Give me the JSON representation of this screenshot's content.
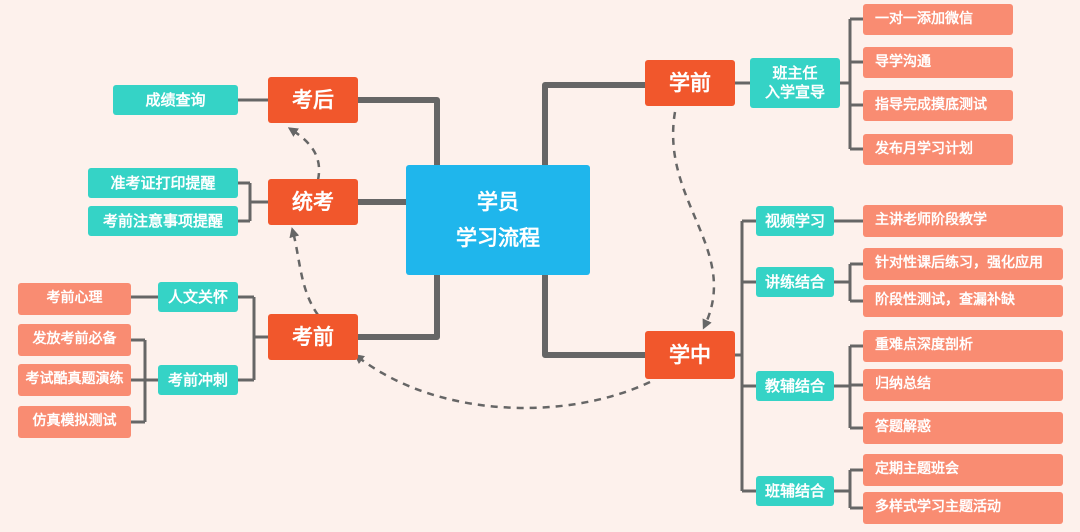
{
  "center": {
    "line1": "学员",
    "line2": "学习流程"
  },
  "stages": {
    "xueqian": "学前",
    "xuezhong": "学中",
    "kaoqian": "考前",
    "tongkao": "统考",
    "kaohou": "考后"
  },
  "xueqian": {
    "node_line1": "班主任",
    "node_line2": "入学宣导",
    "items": [
      "一对一添加微信",
      "导学沟通",
      "指导完成摸底测试",
      "发布月学习计划"
    ]
  },
  "xuezhong": {
    "groups": [
      {
        "label": "视频学习",
        "items": [
          "主讲老师阶段教学"
        ]
      },
      {
        "label": "讲练结合",
        "items": [
          "针对性课后练习，强化应用",
          "阶段性测试，查漏补缺"
        ]
      },
      {
        "label": "教辅结合",
        "items": [
          "重难点深度剖析",
          "归纳总结",
          "答题解惑"
        ]
      },
      {
        "label": "班辅结合",
        "items": [
          "定期主题班会",
          "多样式学习主题活动"
        ]
      }
    ]
  },
  "kaoqian": {
    "groups": [
      {
        "label": "人文关怀",
        "items": [
          "考前心理"
        ]
      },
      {
        "label": "考前冲刺",
        "items": [
          "发放考前必备",
          "考试酷真题演练",
          "仿真模拟测试"
        ]
      }
    ]
  },
  "tongkao": {
    "items": [
      "准考证打印提醒",
      "考前注意事项提醒"
    ]
  },
  "kaohou": {
    "items": [
      "成绩查询"
    ]
  },
  "colors": {
    "background": "#fdf1ec",
    "center": "#1fb6ec",
    "stage": "#f1572c",
    "sub": "#35d3c6",
    "leaf": "#f98c72",
    "connector": "#666666"
  }
}
